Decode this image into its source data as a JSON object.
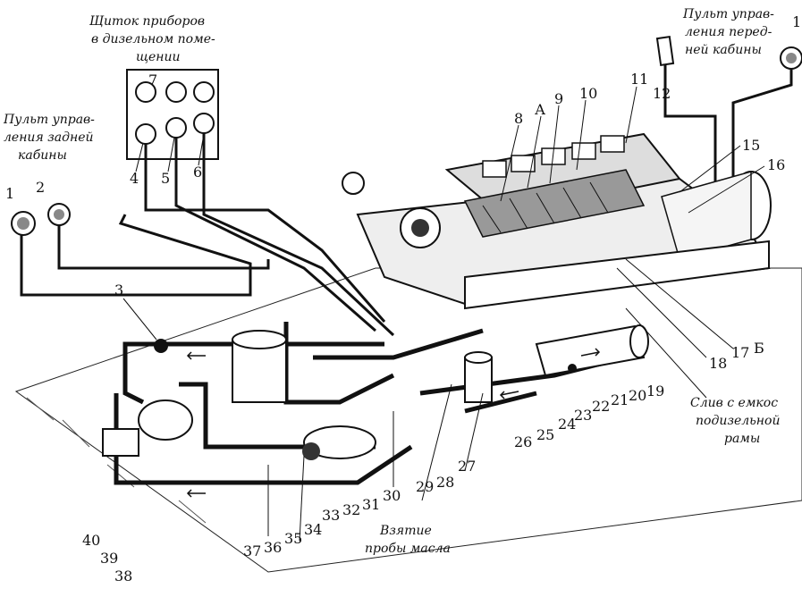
{
  "captions": {
    "panel_diesel_room": [
      "Щиток приборов",
      "в дизельном поме-",
      "щении"
    ],
    "rear_cab_console": [
      "Пульт управ-",
      "ления задней",
      "кабины"
    ],
    "front_cab_console": [
      "Пульт управ-",
      "ления перед-",
      "ней кабины"
    ],
    "oil_sampling": [
      "Взятие",
      "пробы масла"
    ],
    "drain_tank": [
      "Слив с емкос",
      "подизельной",
      "рамы"
    ]
  },
  "part_labels": {
    "p1_rear": "1",
    "p2_rear": "2",
    "p1_front": "1",
    "p3": "3",
    "p4": "4",
    "p5": "5",
    "p6": "6",
    "p7": "7",
    "p8": "8",
    "pA": "А",
    "p9": "9",
    "p10": "10",
    "p11": "11",
    "p12": "12",
    "p15": "15",
    "p16": "16",
    "p17": "17",
    "pB": "Б",
    "p18": "18",
    "p19": "19",
    "p20": "20",
    "p21": "21",
    "p22": "22",
    "p23": "23",
    "p24": "24",
    "p25": "25",
    "p26": "26",
    "p27": "27",
    "p28": "28",
    "p29": "29",
    "p30": "30",
    "p31": "31",
    "p32": "32",
    "p33": "33",
    "p34": "34",
    "p35": "35",
    "p36": "36",
    "p37": "37",
    "p38": "38",
    "p39": "39",
    "p40": "40"
  }
}
